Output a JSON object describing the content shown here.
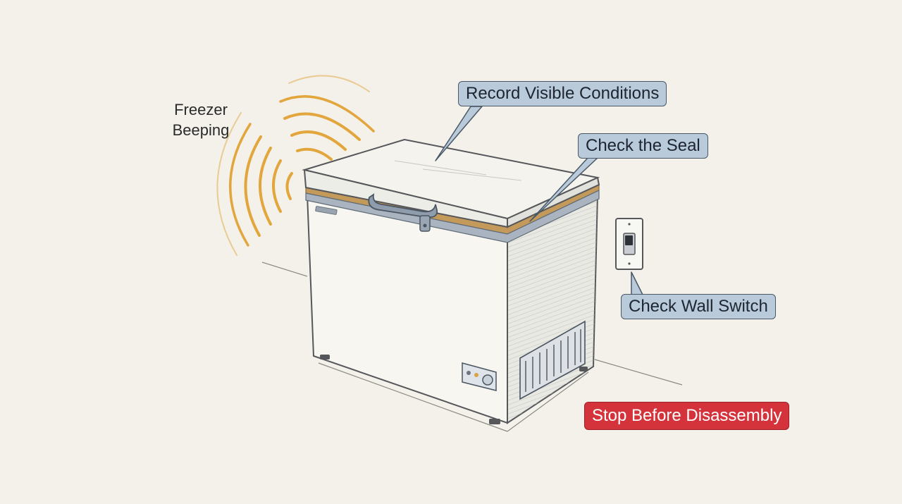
{
  "labels": {
    "beeping": "Freezer\nBeeping",
    "record_conditions": "Record Visible Conditions",
    "check_seal": "Check the Seal",
    "check_wall_switch": "Check Wall Switch",
    "stop_before_disassembly": "Stop Before Disassembly"
  },
  "colors": {
    "background": "#f3f1ea",
    "callout_fill": "#b9cadb",
    "warning_fill": "#d4333b",
    "sound_waves": "#e2a63c",
    "seal": "#c49a5a",
    "trim": "#8996a6"
  },
  "icons": [
    "sound-waves-icon",
    "wall-switch-icon",
    "vent-grille-icon",
    "control-panel-icon"
  ]
}
